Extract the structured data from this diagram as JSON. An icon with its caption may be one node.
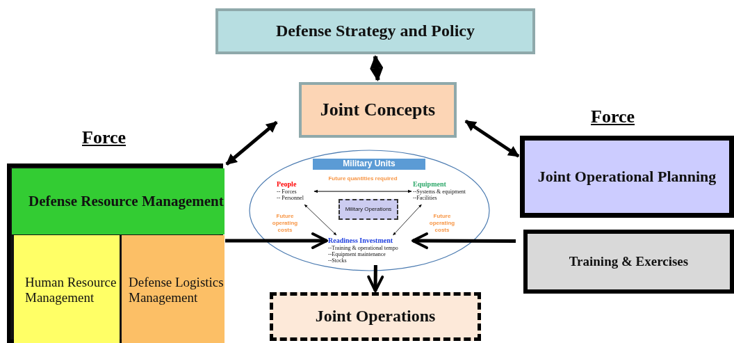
{
  "diagram": {
    "nodes": [
      {
        "text": [
          "Defense Strategy and Policy"
        ]
      },
      {
        "text": [
          "Joint Concepts"
        ]
      },
      {
        "text": [],
        "shape": "box",
        "beside": [
          "Force"
        ]
      },
      {
        "text": [
          "Defense Resource Management"
        ],
        "in": 2
      },
      {
        "text": [
          "Human Resource Management"
        ],
        "in": 2
      },
      {
        "text": [
          "Defense Logistics Management"
        ],
        "in": 2
      },
      {
        "text": [],
        "shape": "ellipse"
      },
      {
        "text": [
          "Military Units"
        ],
        "in": 6
      },
      {
        "text": [
          "People",
          "-- Forces",
          "-- Personnel"
        ],
        "in": 6
      },
      {
        "text": [
          "Equipment",
          "--Systems & equipment",
          "--Facilities"
        ],
        "in": 6
      },
      {
        "text": [
          "Military Operations"
        ],
        "in": 6
      },
      {
        "text": [
          "Readiness Investment",
          "--Training & operational tempo",
          "--Equipment maintenance",
          "--Stocks"
        ],
        "in": 6
      },
      {
        "text": [
          "Joint Operational Planning"
        ],
        "beside": [
          "Force"
        ]
      },
      {
        "text": [
          "Training & Exercises"
        ]
      },
      {
        "text": [
          "Joint Operations"
        ]
      }
    ],
    "edges": [
      {
        "from": 0,
        "to": 1,
        "arrow": "both"
      },
      {
        "from": 1,
        "to": 2,
        "arrow": "both"
      },
      {
        "from": 1,
        "to": 12,
        "arrow": "both"
      },
      {
        "from": 2,
        "to": 11,
        "arrow": "to"
      },
      {
        "from": 13,
        "to": 11,
        "arrow": "to"
      },
      {
        "from": 11,
        "to": 14,
        "arrow": "to"
      },
      {
        "from": 8,
        "to": 9,
        "arrow": "both",
        "label": "Future quantities required"
      },
      {
        "from": 8,
        "to": 11,
        "arrow": "both",
        "label": "Future operating costs"
      },
      {
        "from": 9,
        "to": 11,
        "arrow": "both",
        "label": "Future operating costs"
      }
    ]
  }
}
